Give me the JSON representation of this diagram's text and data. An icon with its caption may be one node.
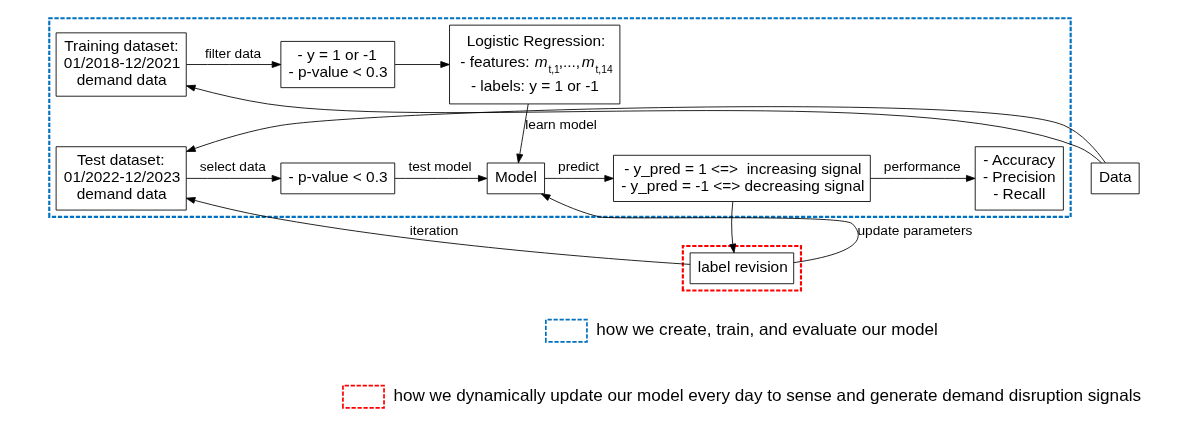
{
  "diagram": {
    "nodes": [
      {
        "text": [
          "Data"
        ]
      },
      {
        "text": [],
        "shape": "box"
      },
      {
        "text": [
          "Training dataset: 01/2018-12/2021 demand data"
        ],
        "in": 1
      },
      {
        "text": [
          "- y = 1 or -1",
          "- p-value < 0.3"
        ],
        "in": 1
      },
      {
        "text": [
          "Logistic Regression:",
          "- features: *m*$_{t,1}$,...,*m*$_{t,14}$",
          "- labels: y = 1 or -1"
        ],
        "in": 1
      },
      {
        "text": [
          "Test dataset: 01/2022-12/2023 demand data"
        ],
        "in": 1
      },
      {
        "text": [
          "- p-value < 0.3"
        ],
        "in": 1
      },
      {
        "text": [
          "Model"
        ],
        "in": 1
      },
      {
        "text": [
          "- y_pred = 1 <=>  increasing signal",
          "- y_pred = -1 <=> decreasing signal"
        ],
        "in": 1
      },
      {
        "text": [
          "- Accuracy",
          "- Precision",
          "- Recall"
        ],
        "in": 1
      },
      {
        "text": [],
        "shape": "box"
      },
      {
        "text": [
          "label revision"
        ],
        "in": 10
      }
    ],
    "edges": [
      {
        "from": 0,
        "to": 2,
        "arrow": "to"
      },
      {
        "from": 0,
        "to": 5,
        "arrow": "to"
      },
      {
        "from": 2,
        "to": 3,
        "arrow": "to",
        "label": "filter data"
      },
      {
        "from": 3,
        "to": 4,
        "arrow": "to"
      },
      {
        "from": 4,
        "to": 7,
        "arrow": "to",
        "label": "learn model"
      },
      {
        "from": 5,
        "to": 6,
        "arrow": "to",
        "label": "select data"
      },
      {
        "from": 6,
        "to": 7,
        "arrow": "to",
        "label": "test model"
      },
      {
        "from": 7,
        "to": 8,
        "arrow": "to",
        "label": "predict"
      },
      {
        "from": 8,
        "to": 9,
        "arrow": "to",
        "label": "performance"
      },
      {
        "from": 8,
        "to": 11,
        "arrow": "to"
      },
      {
        "from": 11,
        "to": 7,
        "arrow": "to",
        "label": "update parameters"
      },
      {
        "from": 11,
        "to": 5,
        "arrow": "to",
        "label": "iteration"
      }
    ],
    "legend": [
      {
        "text": "how we create, train, and evaluate our model"
      },
      {
        "text": "how we dynamically update our model every day to sense and generate demand disruption signals"
      }
    ]
  }
}
